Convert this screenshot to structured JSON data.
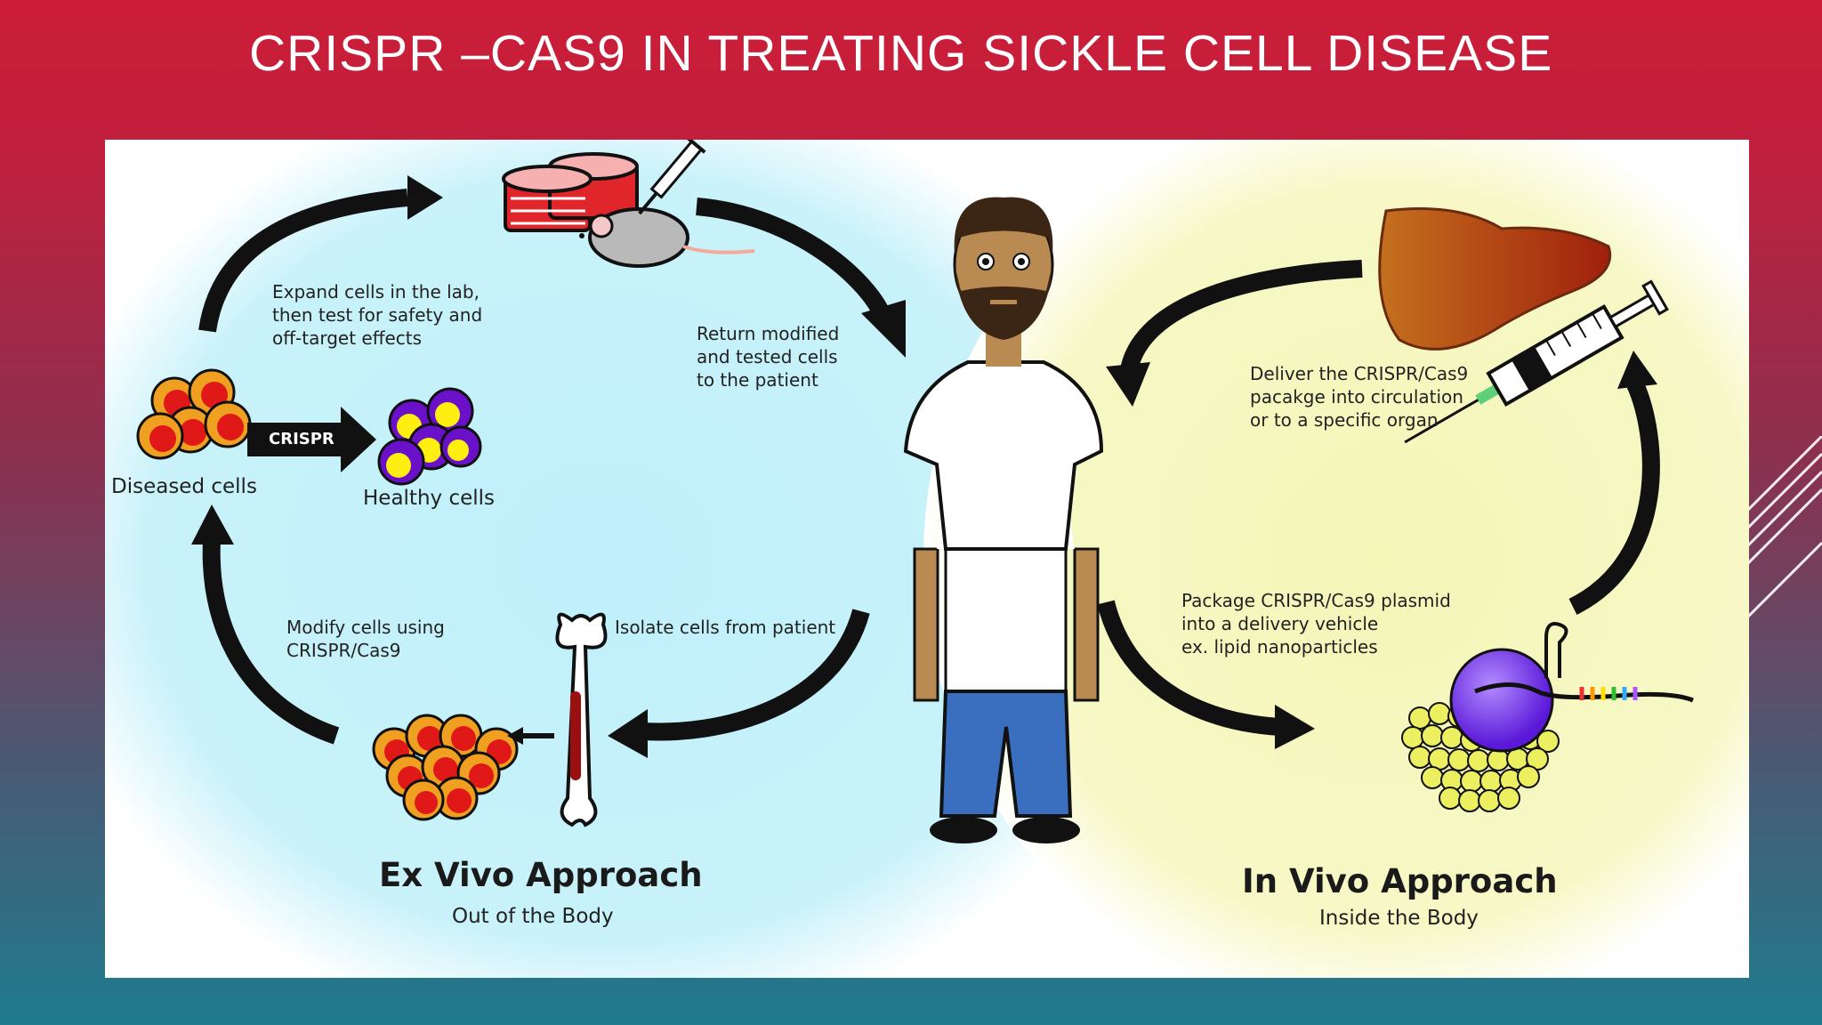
{
  "slide": {
    "title": "CRISPR –CAS9 IN TREATING SICKLE CELL DISEASE"
  },
  "ex_vivo": {
    "heading": "Ex Vivo Approach",
    "subheading": "Out of the Body",
    "step_expand": [
      "Expand cells in the lab,",
      "then test for safety and",
      "off-target effects"
    ],
    "step_return": [
      "Return modified",
      "and tested cells",
      "to the patient"
    ],
    "step_isolate": "Isolate cells from patient",
    "step_modify": [
      "Modify cells using",
      "CRISPR/Cas9"
    ],
    "diseased_label": "Diseased cells",
    "healthy_label": "Healthy cells",
    "crispr_arrow_label": "CRISPR"
  },
  "in_vivo": {
    "heading": "In Vivo Approach",
    "subheading": "Inside the Body",
    "step_deliver": [
      "Deliver the CRISPR/Cas9",
      "pacakge into circulation",
      "or to a specific organ"
    ],
    "step_package": [
      "Package CRISPR/Cas9 plasmid",
      "into a delivery vehicle",
      "ex. lipid nanoparticles"
    ]
  },
  "colors": {
    "ex_vivo_bg": "#c9f1f8",
    "in_vivo_bg": "#f8f8c4",
    "arrow": "#111111",
    "diseased_outer": "#f0a020",
    "diseased_inner": "#e01818",
    "healthy_outer": "#6a10c8",
    "healthy_inner": "#ffee10"
  }
}
